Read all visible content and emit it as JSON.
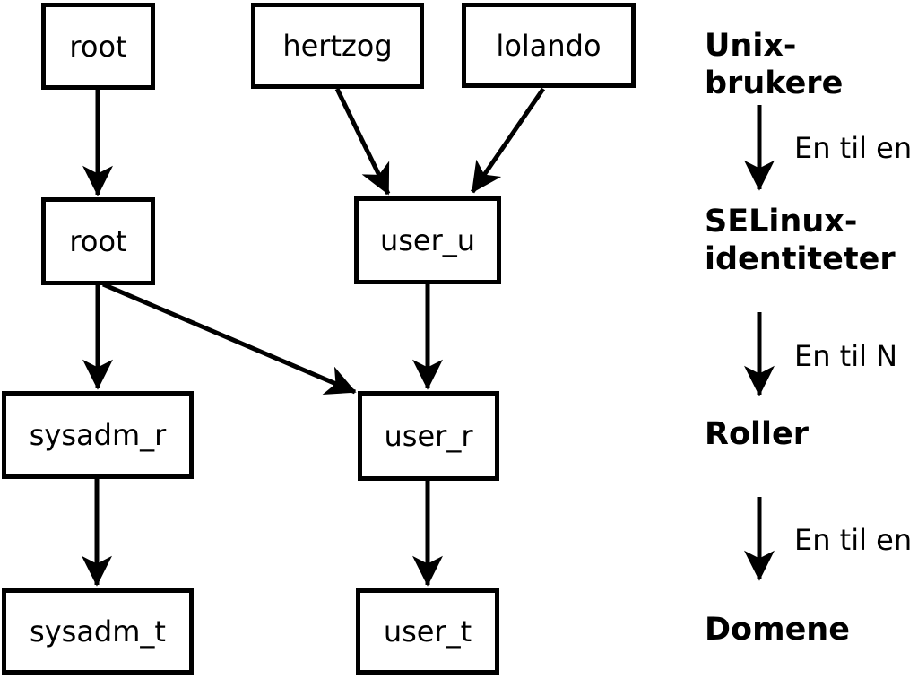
{
  "diagram": {
    "background_color": "#ffffff",
    "line_color": "#000000",
    "nodes": [
      {
        "id": "unix-root",
        "level": "Unix-brukere",
        "label": "root"
      },
      {
        "id": "unix-hertzog",
        "level": "Unix-brukere",
        "label": "hertzog"
      },
      {
        "id": "unix-lolando",
        "level": "Unix-brukere",
        "label": "lolando"
      },
      {
        "id": "selinux-root",
        "level": "SELinux-identiteter",
        "label": "root"
      },
      {
        "id": "selinux-user_u",
        "level": "SELinux-identiteter",
        "label": "user_u"
      },
      {
        "id": "role-sysadm_r",
        "level": "Roller",
        "label": "sysadm_r"
      },
      {
        "id": "role-user_r",
        "level": "Roller",
        "label": "user_r"
      },
      {
        "id": "domain-sysadm_t",
        "level": "Domene",
        "label": "sysadm_t"
      },
      {
        "id": "domain-user_t",
        "level": "Domene",
        "label": "user_t"
      }
    ],
    "edges": [
      {
        "from": "unix-root",
        "to": "selinux-root"
      },
      {
        "from": "unix-hertzog",
        "to": "selinux-user_u"
      },
      {
        "from": "unix-lolando",
        "to": "selinux-user_u"
      },
      {
        "from": "selinux-root",
        "to": "role-sysadm_r"
      },
      {
        "from": "selinux-root",
        "to": "role-user_r"
      },
      {
        "from": "selinux-user_u",
        "to": "role-user_r"
      },
      {
        "from": "role-sysadm_r",
        "to": "domain-sysadm_t"
      },
      {
        "from": "role-user_r",
        "to": "domain-user_t"
      }
    ],
    "legend": {
      "levels": [
        {
          "label": "Unix-brukere"
        },
        {
          "label": "SELinux-identiteter"
        },
        {
          "label": "Roller"
        },
        {
          "label": "Domene"
        }
      ],
      "relations": [
        {
          "label": "En til en"
        },
        {
          "label": "En til N"
        },
        {
          "label": "En til en"
        }
      ]
    }
  }
}
